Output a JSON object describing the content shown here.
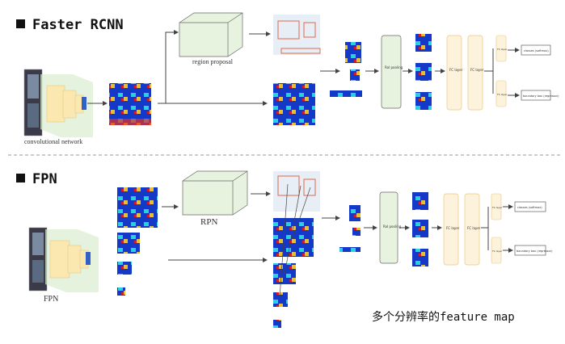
{
  "sections": {
    "top_title": "Faster RCNN",
    "bottom_title": "FPN"
  },
  "labels": {
    "conv_network": "convolutional network",
    "region_proposal": "region proposal",
    "rpn": "RPN",
    "fpn": "FPN",
    "roi_pooling": "RoI pooling",
    "fc_layer": "FC layer",
    "classes": "classes (softmax)",
    "bbox": "boundary box (regressor)"
  },
  "caption": "多个分辨率的feature map",
  "colors": {
    "divider": "#999999",
    "accent_box": "#e06a4a",
    "fc_fill": "#fdf3dc",
    "roi_fill": "#e8f3df"
  }
}
